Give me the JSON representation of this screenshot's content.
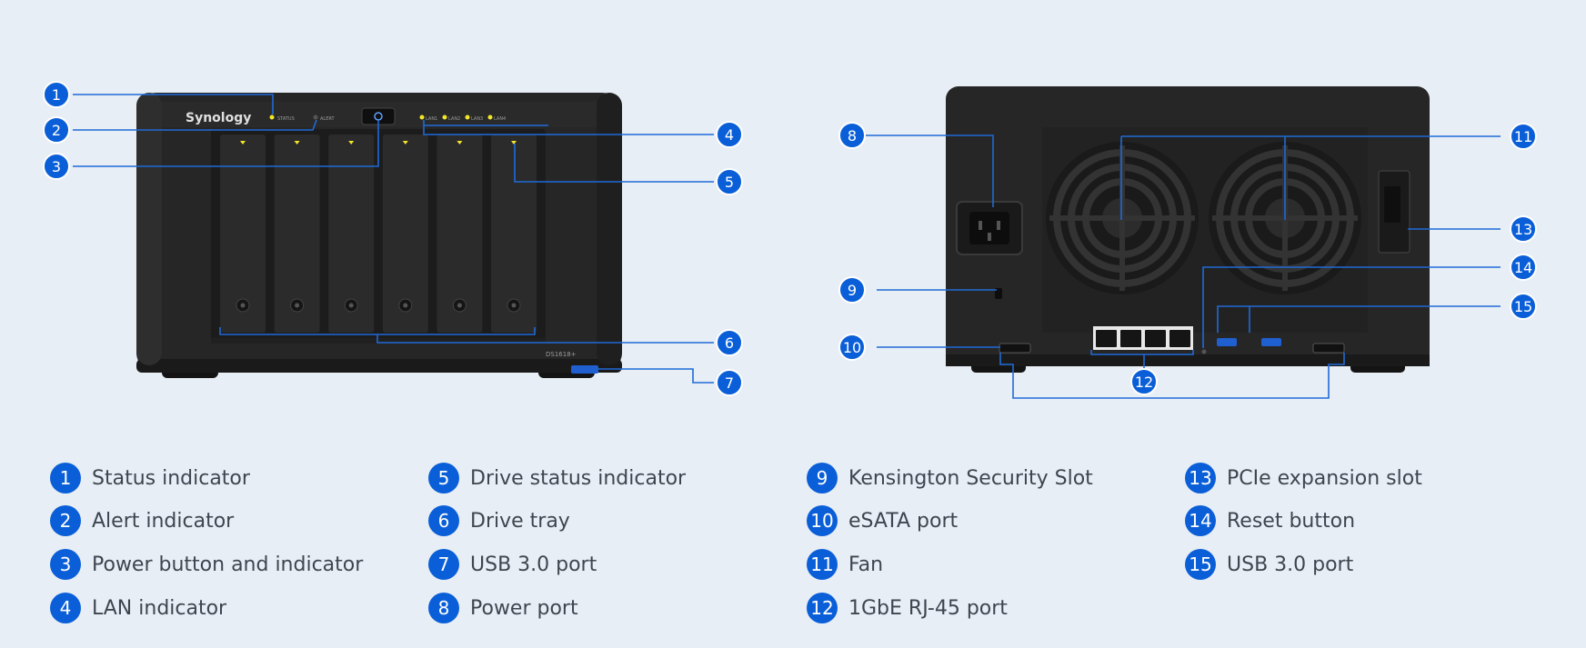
{
  "front": {
    "brand": "Synology",
    "model": "DS1618+",
    "status_label": "STATUS",
    "alert_label": "ALERT",
    "lan_labels": [
      "LAN1",
      "LAN2",
      "LAN3",
      "LAN4"
    ]
  },
  "callout_numbers": [
    "1",
    "2",
    "3",
    "4",
    "5",
    "6",
    "7",
    "8",
    "9",
    "10",
    "11",
    "12",
    "13",
    "14",
    "15"
  ],
  "legend": [
    {
      "num": "1",
      "label": "Status indicator"
    },
    {
      "num": "2",
      "label": "Alert indicator"
    },
    {
      "num": "3",
      "label": "Power button and indicator"
    },
    {
      "num": "4",
      "label": "LAN indicator"
    },
    {
      "num": "5",
      "label": "Drive status indicator"
    },
    {
      "num": "6",
      "label": "Drive tray"
    },
    {
      "num": "7",
      "label": "USB 3.0 port"
    },
    {
      "num": "8",
      "label": "Power port"
    },
    {
      "num": "9",
      "label": "Kensington Security Slot"
    },
    {
      "num": "10",
      "label": "eSATA port"
    },
    {
      "num": "11",
      "label": "Fan"
    },
    {
      "num": "12",
      "label": "1GbE RJ-45 port"
    },
    {
      "num": "13",
      "label": "PCIe expansion slot"
    },
    {
      "num": "14",
      "label": "Reset button"
    },
    {
      "num": "15",
      "label": "USB 3.0 port"
    }
  ],
  "colors": {
    "accent": "#0a5fd8",
    "background": "#e8eef5",
    "device": "#232323",
    "text": "#3d4650"
  }
}
